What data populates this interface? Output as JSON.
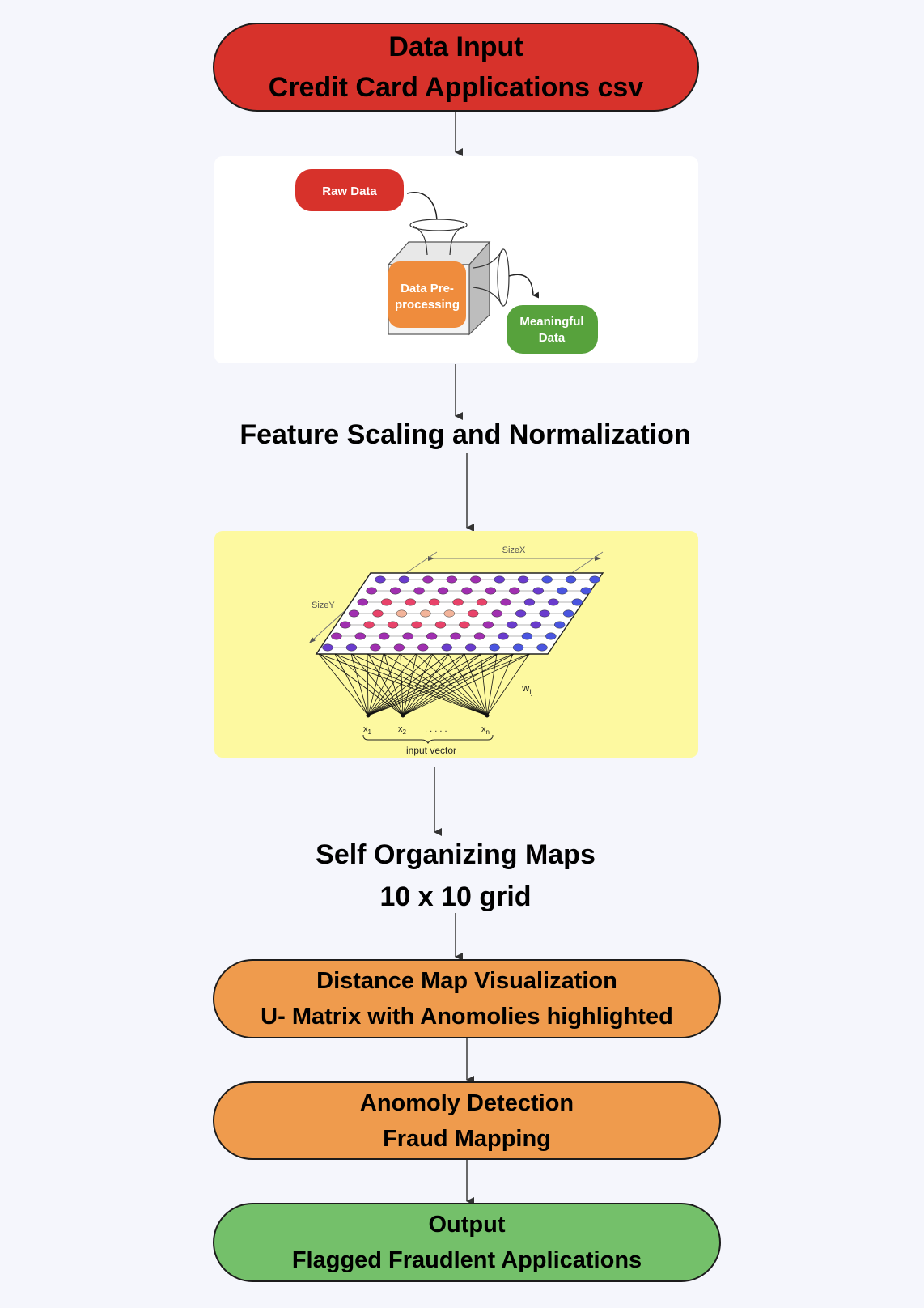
{
  "nodes": {
    "data_input": {
      "line1": "Data Input",
      "line2": "Credit Card Applications csv",
      "color": "#d7322b"
    },
    "preprocessing": {
      "raw_data": "Raw Data",
      "box_line1": "Data Pre-",
      "box_line2": "processing",
      "meaningful_line1": "Meaningful",
      "meaningful_line2": "Data",
      "raw_color": "#d7322b",
      "box_color": "#ef8c3d",
      "meaningful_color": "#57a23c"
    },
    "feature_scaling": {
      "label": "Feature Scaling and Normalization"
    },
    "som_figure": {
      "size_x": "SizeX",
      "size_y": "SizeY",
      "weight": "w",
      "weight_sub": "ij",
      "x1": "x",
      "x1_sub": "1",
      "x2": "x",
      "x2_sub": "2",
      "xn": "x",
      "xn_sub": "n",
      "dots": ". . . . .",
      "input_vector": "input vector",
      "background": "#fdf9a0"
    },
    "som": {
      "line1": "Self Organizing Maps",
      "line2": "10 x 10 grid"
    },
    "distance_map": {
      "line1": "Distance Map Visualization",
      "line2": "U- Matrix with Anomolies highlighted",
      "color": "#ef9b4d"
    },
    "anomaly": {
      "line1": "Anomoly Detection",
      "line2": "Fraud Mapping",
      "color": "#ef9b4d"
    },
    "output": {
      "line1": "Output",
      "line2": "Flagged Fraudlent Applications",
      "color": "#74c06a"
    }
  }
}
